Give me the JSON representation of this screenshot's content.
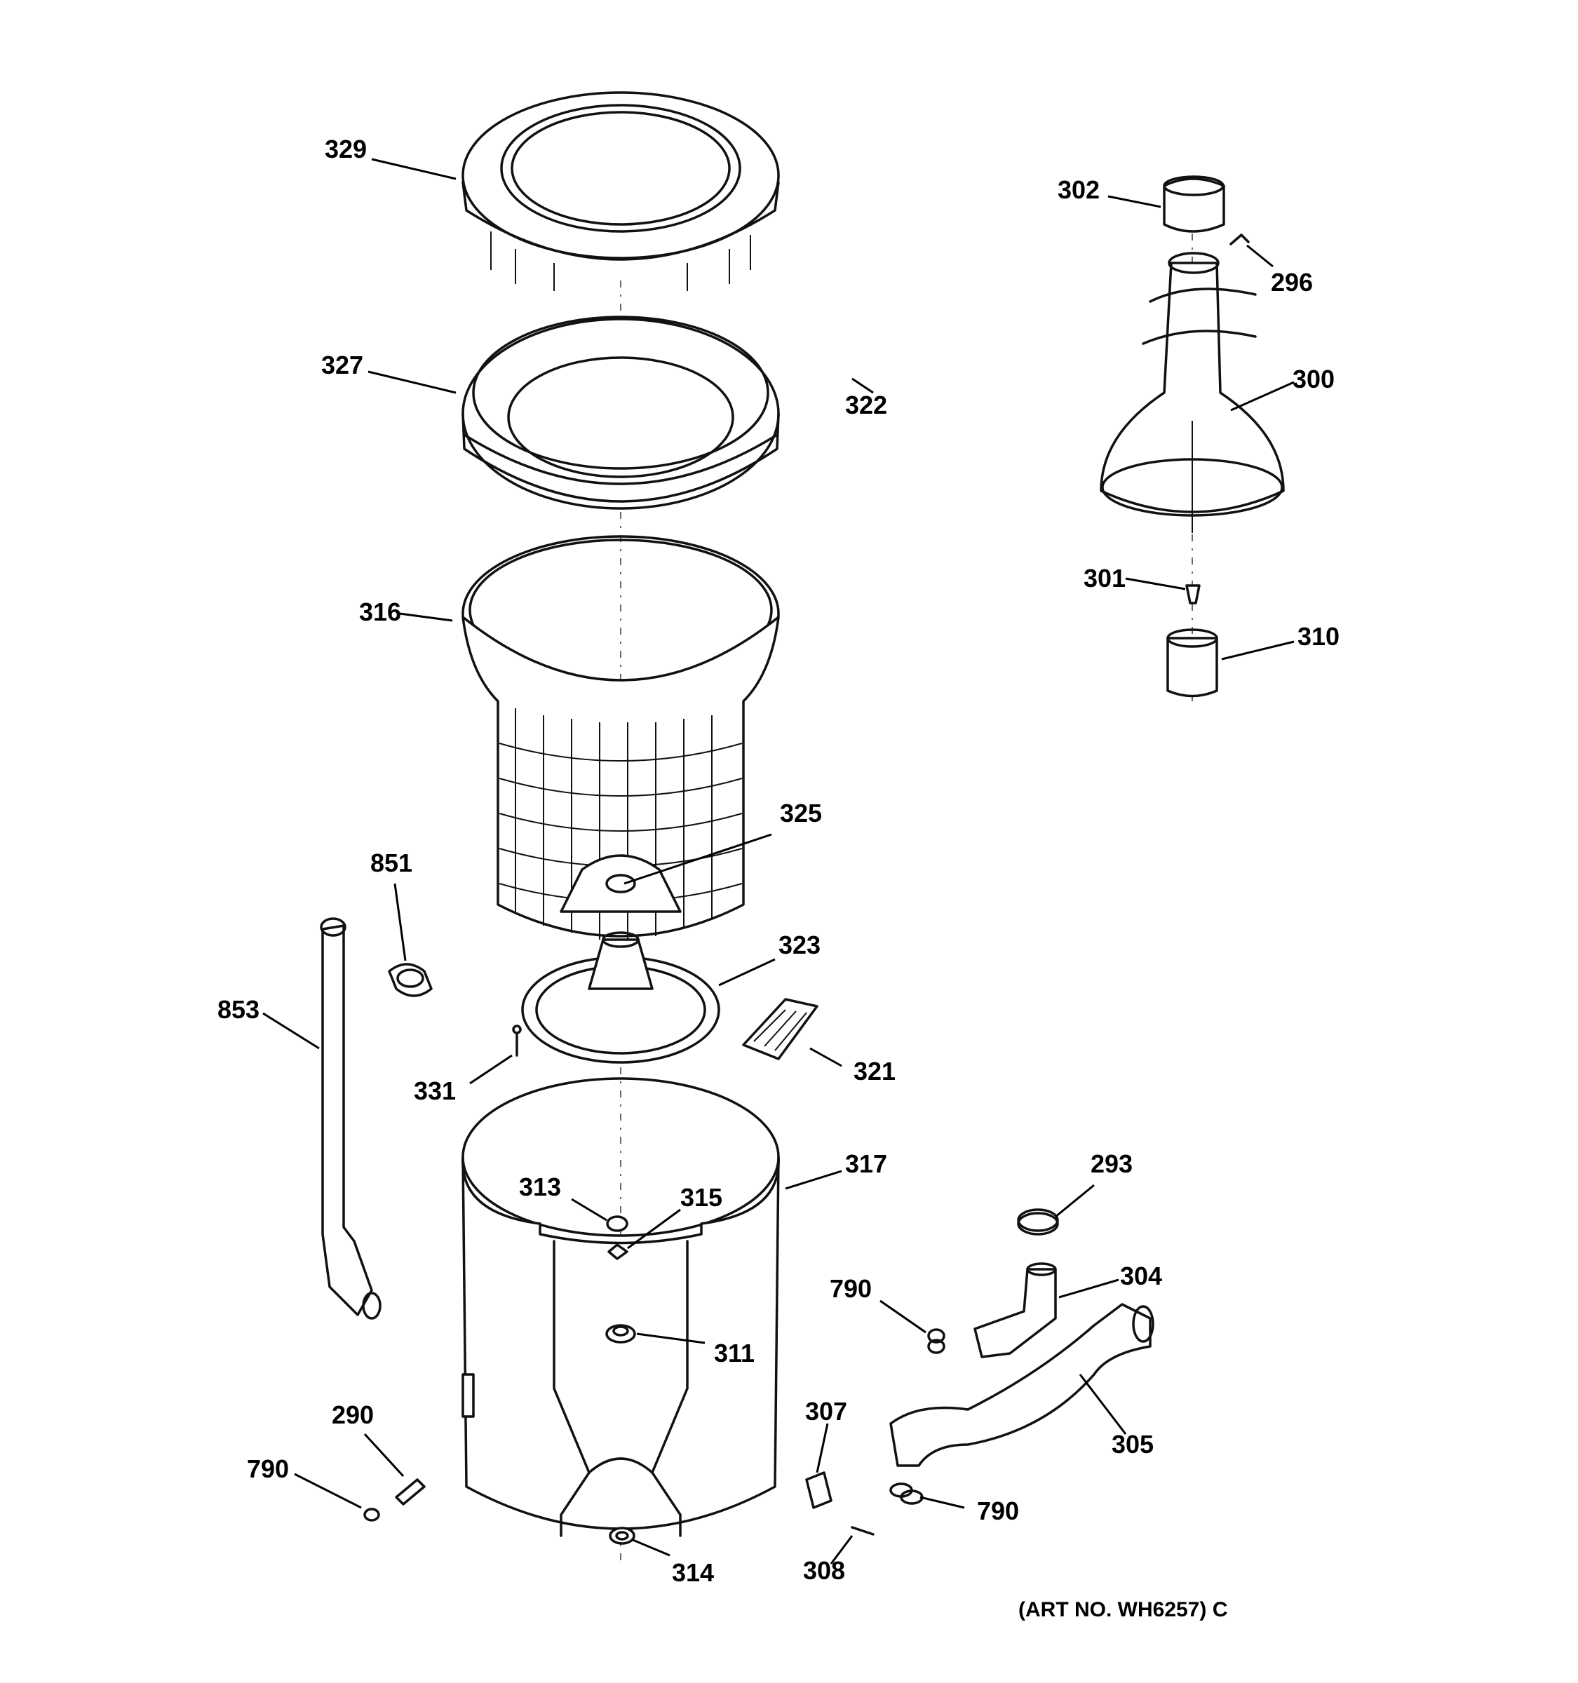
{
  "diagram": {
    "callouts": [
      {
        "id": "329",
        "label": "329"
      },
      {
        "id": "327",
        "label": "327"
      },
      {
        "id": "322",
        "label": "322"
      },
      {
        "id": "316",
        "label": "316"
      },
      {
        "id": "325",
        "label": "325"
      },
      {
        "id": "851",
        "label": "851"
      },
      {
        "id": "853",
        "label": "853"
      },
      {
        "id": "323",
        "label": "323"
      },
      {
        "id": "321",
        "label": "321"
      },
      {
        "id": "331",
        "label": "331"
      },
      {
        "id": "317",
        "label": "317"
      },
      {
        "id": "313",
        "label": "313"
      },
      {
        "id": "315",
        "label": "315"
      },
      {
        "id": "311",
        "label": "311"
      },
      {
        "id": "314",
        "label": "314"
      },
      {
        "id": "290",
        "label": "290"
      },
      {
        "id": "790a",
        "label": "790"
      },
      {
        "id": "790b",
        "label": "790"
      },
      {
        "id": "790c",
        "label": "790"
      },
      {
        "id": "307",
        "label": "307"
      },
      {
        "id": "308",
        "label": "308"
      },
      {
        "id": "302",
        "label": "302"
      },
      {
        "id": "296",
        "label": "296"
      },
      {
        "id": "300",
        "label": "300"
      },
      {
        "id": "301",
        "label": "301"
      },
      {
        "id": "310",
        "label": "310"
      },
      {
        "id": "293",
        "label": "293"
      },
      {
        "id": "304",
        "label": "304"
      },
      {
        "id": "305",
        "label": "305"
      }
    ],
    "art_number": "(ART NO. WH6257) C"
  }
}
